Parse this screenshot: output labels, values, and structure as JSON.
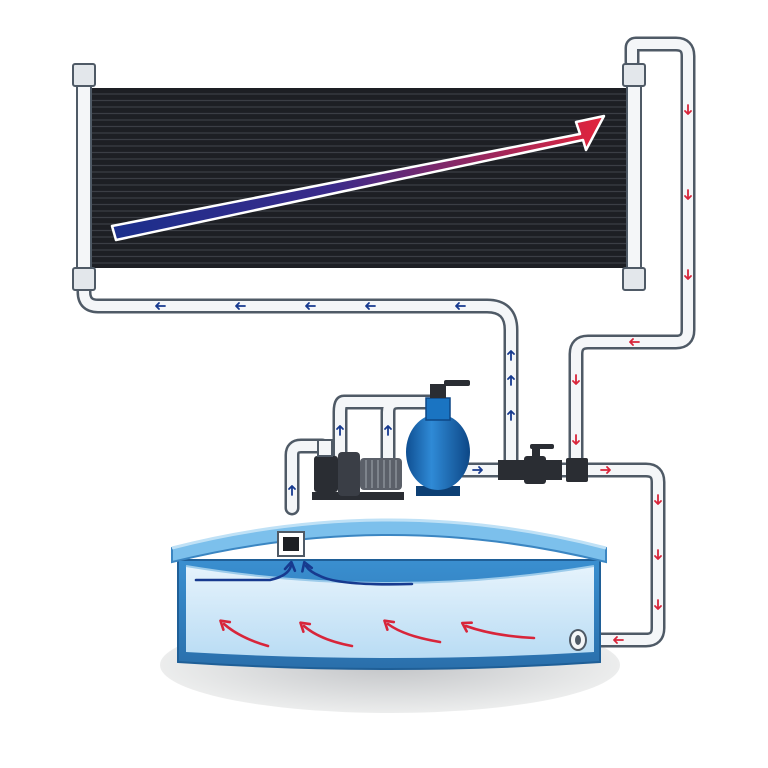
{
  "diagram": {
    "colors": {
      "background": "#ffffff",
      "panel_dark": "#1d1f24",
      "panel_stripe": "#3b3e45",
      "pipe_fill": "#f4f6f8",
      "pipe_outline": "#4f5a66",
      "cold_flow": "#173a8f",
      "hot_flow": "#d8253a",
      "pool_wall": "#2d7fbf",
      "pool_wall_dark": "#1f5f97",
      "pool_rim": "#7cc0ec",
      "water_light": "#d7ecfb",
      "filter_tank": "#1a74c2",
      "pump_body": "#2a2d33",
      "floor_shadow": "#c7c9cc"
    },
    "components": [
      {
        "id": "solar-collector-panel",
        "icon": "solar-panel"
      },
      {
        "id": "heat-gradient-arrow",
        "icon": "arrow-blue-to-red"
      },
      {
        "id": "pool-pump",
        "icon": "pump-motor"
      },
      {
        "id": "sand-filter",
        "icon": "filter-tank"
      },
      {
        "id": "bypass-valve",
        "icon": "three-way-valve"
      },
      {
        "id": "pool-skimmer",
        "icon": "skimmer-box"
      },
      {
        "id": "return-inlet",
        "icon": "return-jet"
      },
      {
        "id": "above-ground-pool",
        "icon": "pool"
      }
    ],
    "flow_legend": {
      "cold_water": "cold-flow-arrows",
      "heated_water": "hot-flow-arrows"
    }
  }
}
